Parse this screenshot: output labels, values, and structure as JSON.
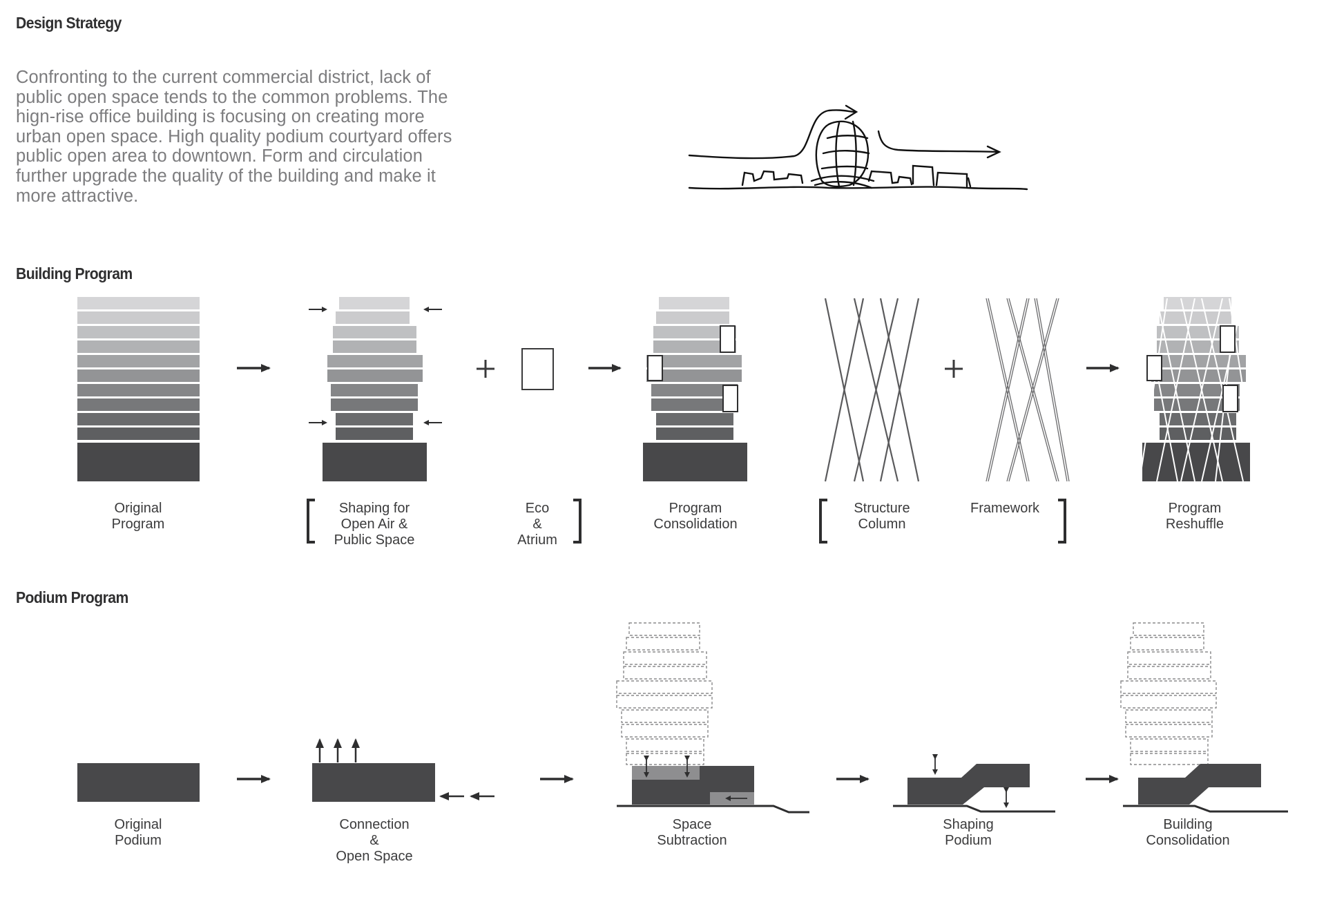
{
  "design_strategy": {
    "heading": "Design Strategy",
    "body": "Confronting to the current commercial district, lack of public open space tends to the common problems. The hign-rise office building is focusing on creating more urban open space. High quality podium courtyard offers public open area to downtown. Form and circulation further upgrade the quality of the building and make it more attractive."
  },
  "building_program": {
    "heading": "Building Program",
    "labels": {
      "original_program": "Original\nProgram",
      "shaping": "Shaping for\nOpen Air &\nPublic Space",
      "eco_atrium": "Eco\n&\nAtrium",
      "program_consolidation": "Program\nConsolidation",
      "structure_column": "Structure\nColumn",
      "framework": "Framework",
      "program_reshuffle": "Program\nReshuffle"
    },
    "operators": {
      "plus": "+",
      "arrow": "→"
    }
  },
  "podium_program": {
    "heading": "Podium Program",
    "labels": {
      "original_podium": "Original\nPodium",
      "connection": "Connection\n&\nOpen Space",
      "space_subtraction": "Space\nSubtraction",
      "shaping_podium": "Shaping\nPodium",
      "building_consolidation": "Building\nConsolidation"
    }
  },
  "colors": {
    "podium": "#48484a",
    "floor_gradient": [
      "#d5d5d7",
      "#cbcbcd",
      "#bfc0c2",
      "#b1b2b4",
      "#a2a3a5",
      "#939496",
      "#858688",
      "#77787a",
      "#6a6b6d",
      "#5e5f61"
    ],
    "text": "#3b3b3c",
    "body_text": "#7c7c7e"
  }
}
